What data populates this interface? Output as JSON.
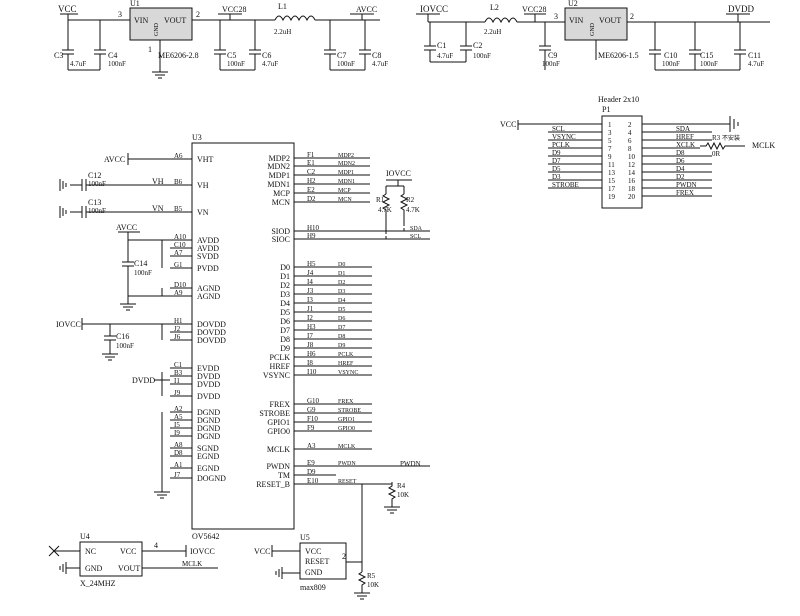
{
  "top_left": {
    "u1_ref": "U1",
    "u1_vin": "VIN",
    "u1_vout": "VOUT",
    "u1_gnd": "GND",
    "u1_part": "ME6206-2.8",
    "pin3": "3",
    "pin2": "2",
    "pin1": "1",
    "vcc": "VCC",
    "vcc28": "VCC28",
    "avcc": "AVCC",
    "c3": "C3",
    "c3v": "4.7uF",
    "c4": "C4",
    "c4v": "100nF",
    "c5": "C5",
    "c5v": "100nF",
    "c6": "C6",
    "c6v": "4.7uF",
    "c7": "C7",
    "c7v": "100nF",
    "c8": "C8",
    "c8v": "4.7uF",
    "l1": "L1",
    "l1v": "2.2uH"
  },
  "top_right": {
    "u2_ref": "U2",
    "u2_vin": "VIN",
    "u2_vout": "VOUT",
    "u2_gnd": "GND",
    "u2_part": "ME6206-1.5",
    "pin3": "3",
    "pin2": "2",
    "iovcc": "IOVCC",
    "vcc28": "VCC28",
    "dvdd": "DVDD",
    "c1": "C1",
    "c1v": "4.7uF",
    "c2": "C2",
    "c2v": "100nF",
    "c9": "C9",
    "c9v": "100nF",
    "c10": "C10",
    "c10v": "100nF",
    "c15": "C15",
    "c15v": "100nF",
    "c11": "C11",
    "c11v": "4.7uF",
    "l2": "L2",
    "l2v": "2.2uH"
  },
  "header": {
    "title": "Header 2x10",
    "ref": "P1",
    "vcc": "VCC",
    "left_pins": [
      "1",
      "3",
      "5",
      "7",
      "9",
      "11",
      "13",
      "15",
      "17",
      "19"
    ],
    "right_pins": [
      "2",
      "4",
      "6",
      "8",
      "10",
      "12",
      "14",
      "16",
      "18",
      "20"
    ],
    "left_nets": [
      "",
      "SCL",
      "VSYNC",
      "PCLK",
      "D9",
      "D7",
      "D5",
      "D3",
      "STROBE",
      ""
    ],
    "right_nets": [
      "",
      "SDA",
      "HREF",
      "XCLK",
      "D8",
      "D6",
      "D4",
      "D2",
      "PWDN",
      "FREX"
    ],
    "r3_ref": "R3",
    "r3_note": "不安装",
    "r3v": "0R",
    "mclk": "MCLK"
  },
  "u3": {
    "ref": "U3",
    "part": "OV5642",
    "avcc": "AVCC",
    "vh": "VH",
    "vn": "VN",
    "c12": "C12",
    "c12v": "100nF",
    "c13": "C13",
    "c13v": "100nF",
    "avcc2": "AVCC",
    "c14": "C14",
    "c14v": "100nF",
    "iovcc": "IOVCC",
    "c16": "C16",
    "c16v": "100nF",
    "dvdd": "DVDD",
    "left_pins": [
      {
        "pin": "A6",
        "name": "VHT"
      },
      {
        "pin": "B6",
        "name": "VH"
      },
      {
        "pin": "B5",
        "name": "VN"
      },
      {
        "pin": "A10",
        "name": "AVDD"
      },
      {
        "pin": "C10",
        "name": "AVDD"
      },
      {
        "pin": "A7",
        "name": "SVDD"
      },
      {
        "pin": "G1",
        "name": "PVDD"
      },
      {
        "pin": "D10",
        "name": "AGND"
      },
      {
        "pin": "A9",
        "name": "AGND"
      },
      {
        "pin": "H1",
        "name": "DOVDD"
      },
      {
        "pin": "J2",
        "name": "DOVDD"
      },
      {
        "pin": "J6",
        "name": "DOVDD"
      },
      {
        "pin": "C1",
        "name": "EVDD"
      },
      {
        "pin": "B3",
        "name": "DVDD"
      },
      {
        "pin": "I1",
        "name": "DVDD"
      },
      {
        "pin": "J9",
        "name": "DVDD"
      },
      {
        "pin": "A2",
        "name": "DGND"
      },
      {
        "pin": "A5",
        "name": "DGND"
      },
      {
        "pin": "I5",
        "name": "DGND"
      },
      {
        "pin": "I9",
        "name": "DGND"
      },
      {
        "pin": "A8",
        "name": "SGND"
      },
      {
        "pin": "D8",
        "name": "EGND"
      },
      {
        "pin": "A1",
        "name": "EGND"
      },
      {
        "pin": "J7",
        "name": "DOGND"
      }
    ],
    "right_pins": [
      {
        "pin": "F1",
        "name": "MDP2",
        "net": "MDP2"
      },
      {
        "pin": "E1",
        "name": "MDN2",
        "net": "MDN2"
      },
      {
        "pin": "C2",
        "name": "MDP1",
        "net": "MDP1"
      },
      {
        "pin": "H2",
        "name": "MDN1",
        "net": "MDN1"
      },
      {
        "pin": "E2",
        "name": "MCP",
        "net": "MCP"
      },
      {
        "pin": "D2",
        "name": "MCN",
        "net": "MCN"
      },
      {
        "pin": "H10",
        "name": "SIOD",
        "net": "SDA"
      },
      {
        "pin": "H9",
        "name": "SIOC",
        "net": "SCL"
      },
      {
        "pin": "H5",
        "name": "D0",
        "net": "D0"
      },
      {
        "pin": "J4",
        "name": "D1",
        "net": "D1"
      },
      {
        "pin": "I4",
        "name": "D2",
        "net": "D2"
      },
      {
        "pin": "J3",
        "name": "D3",
        "net": "D3"
      },
      {
        "pin": "I3",
        "name": "D4",
        "net": "D4"
      },
      {
        "pin": "J1",
        "name": "D5",
        "net": "D5"
      },
      {
        "pin": "I2",
        "name": "D6",
        "net": "D6"
      },
      {
        "pin": "H3",
        "name": "D7",
        "net": "D7"
      },
      {
        "pin": "I7",
        "name": "D8",
        "net": "D8"
      },
      {
        "pin": "J8",
        "name": "D9",
        "net": "D9"
      },
      {
        "pin": "H6",
        "name": "PCLK",
        "net": "PCLK"
      },
      {
        "pin": "I8",
        "name": "HREF",
        "net": "HREF"
      },
      {
        "pin": "I10",
        "name": "VSYNC",
        "net": "VSYNC"
      },
      {
        "pin": "G10",
        "name": "FREX",
        "net": "FREX"
      },
      {
        "pin": "G9",
        "name": "STROBE",
        "net": "STROBE"
      },
      {
        "pin": "F10",
        "name": "GPIO1",
        "net": "GPIO1"
      },
      {
        "pin": "F9",
        "name": "GPIO0",
        "net": "GPIO0"
      },
      {
        "pin": "A3",
        "name": "MCLK",
        "net": "MCLK"
      },
      {
        "pin": "E9",
        "name": "PWDN",
        "net": "PWDN"
      },
      {
        "pin": "D9",
        "name": "TM",
        "net": ""
      },
      {
        "pin": "E10",
        "name": "RESET_B",
        "net": "RESET"
      }
    ],
    "iovcc_pullup": "IOVCC",
    "r1": "R1",
    "r1v": "4.7K",
    "r2": "R2",
    "r2v": "4.7K",
    "r4": "R4",
    "r4v": "10K",
    "pwdn": "PWDN"
  },
  "bottom": {
    "u4_ref": "U4",
    "u4_nc": "NC",
    "u4_gnd": "GND",
    "u4_vcc": "VCC",
    "u4_vout": "VOUT",
    "u4_p4": "4",
    "u4_part": "X_24MHZ",
    "u4_iovcc": "IOVCC",
    "u4_mclk": "MCLK",
    "u5_ref": "U5",
    "u5_vcc_net": "VCC",
    "u5_vcc": "VCC",
    "u5_reset": "RESET",
    "u5_gnd": "GND",
    "u5_part": "max809",
    "u5_p2": "2",
    "r5": "R5",
    "r5v": "10K"
  }
}
